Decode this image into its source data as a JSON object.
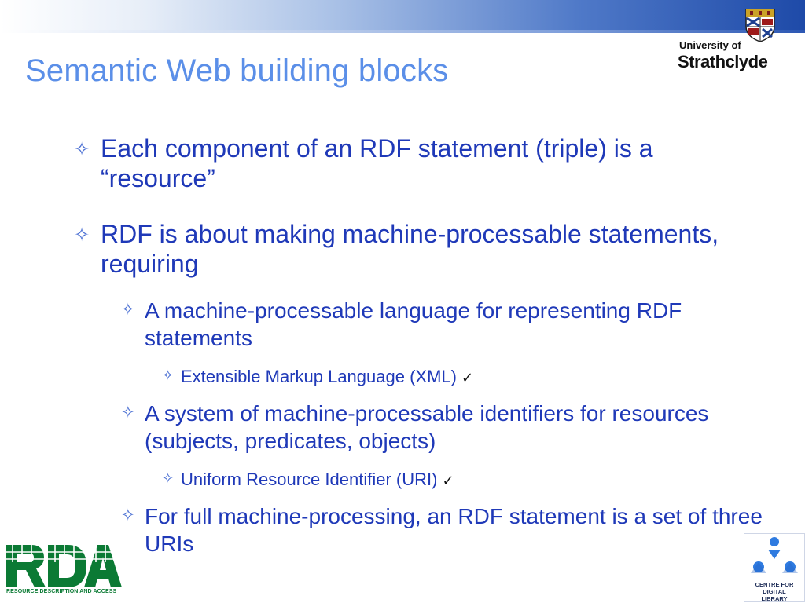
{
  "slide": {
    "title": "Semantic Web building blocks",
    "bullet_glyph": "✧",
    "check_glyph": "✓"
  },
  "logos": {
    "university": {
      "line1": "University of",
      "line2": "Strathclyde"
    },
    "rda": {
      "caption": "RESOURCE DESCRIPTION AND ACCESS"
    },
    "cdlr": {
      "caption_line1": "CENTRE FOR DIGITAL",
      "caption_line2": "LIBRARY RESEARCH"
    }
  },
  "bullets": [
    {
      "level": 1,
      "text": "Each component of an RDF statement (triple) is a “resource”"
    },
    {
      "level": 1,
      "text": "RDF is about making machine-processable statements, requiring"
    },
    {
      "level": 2,
      "text": "A machine-processable language for representing RDF statements"
    },
    {
      "level": 3,
      "text": "Extensible Markup Language (XML)",
      "checked": true
    },
    {
      "level": 2,
      "text": "A system of machine-processable identifiers for resources (subjects, predicates, objects)"
    },
    {
      "level": 3,
      "text": "Uniform Resource Identifier (URI)",
      "checked": true
    },
    {
      "level": 2,
      "text": "For full machine-processing, an RDF statement is a set of three URIs"
    }
  ],
  "colors": {
    "title": "#5b8fe8",
    "body_text": "#1f39b8",
    "bullet": "#4a6fd3",
    "band_dark": "#1e4aa8",
    "rda_green": "#0b7a34",
    "cdlr_blue": "#2f7be0"
  }
}
